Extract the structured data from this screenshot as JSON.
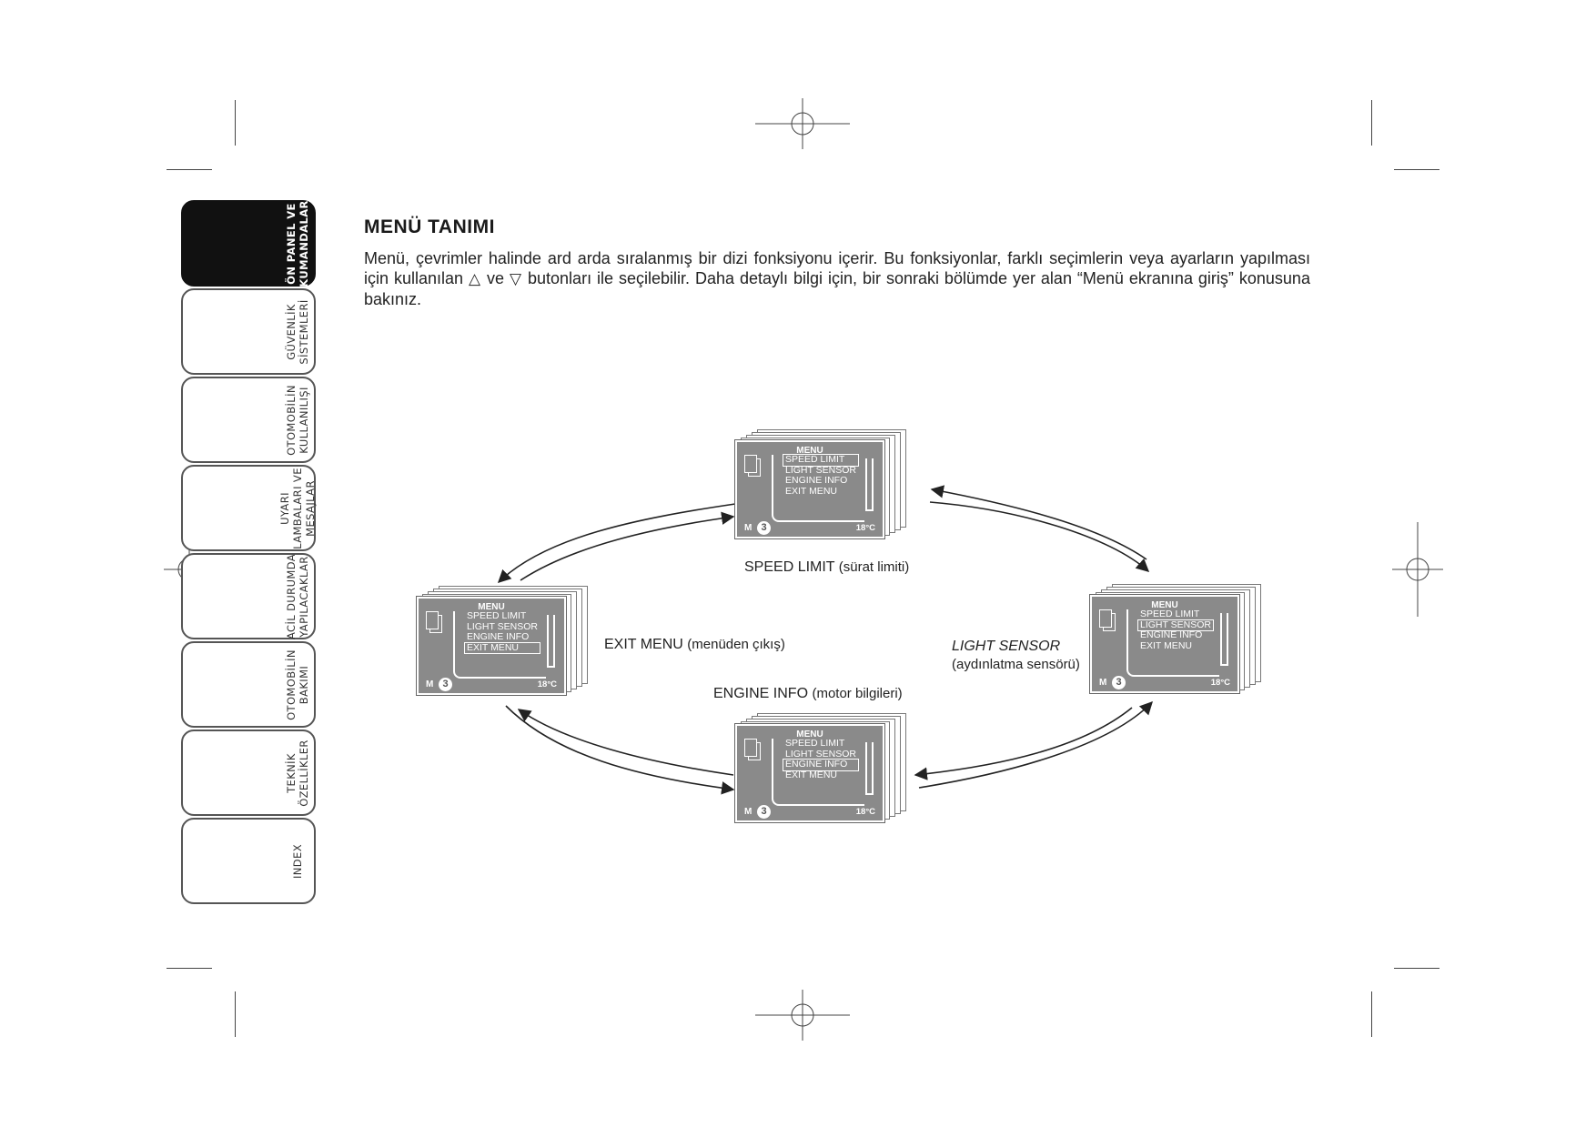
{
  "side_tabs": [
    {
      "label": "ÖN PANEL VE\nKUMANDALAR",
      "active": true
    },
    {
      "label": "GÜVENLİK\nSİSTEMLERİ",
      "active": false
    },
    {
      "label": "OTOMOBİLİN\nKULLANILIŞI",
      "active": false
    },
    {
      "label": "UYARI\nLAMBALARI VE\nMESAJLAR",
      "active": false
    },
    {
      "label": "ACİL DURUMDA\nYAPILACAKLAR",
      "active": false
    },
    {
      "label": "OTOMOBİLİN\nBAKIMI",
      "active": false
    },
    {
      "label": "TEKNİK\nÖZELLİKLER",
      "active": false
    },
    {
      "label": "INDEX",
      "active": false
    }
  ],
  "section": {
    "title": "MENÜ TANIMI",
    "para_part1": "Menü, çevrimler halinde ard arda sıralanmış bir dizi fonksiyonu içerir. Bu fonksiyonlar, farklı seçimlerin veya ayarların yapılması için kullanılan",
    "up_symbol": "△",
    "para_part2": "ve",
    "down_symbol": "▽",
    "para_part3": "butonları ile seçilebilir. Daha detaylı bilgi için, bir sonraki bölümde yer alan “Menü ekranına giriş” konusuna bakınız."
  },
  "display": {
    "menu_title": "MENU",
    "items": [
      "SPEED LIMIT",
      "LIGHT SENSOR",
      "ENGINE INFO",
      "EXIT MENU"
    ],
    "m_label": "M",
    "m_number": "3",
    "temperature": "18°C"
  },
  "screens": [
    {
      "id": "speed",
      "selected": 0
    },
    {
      "id": "light",
      "selected": 1
    },
    {
      "id": "engine",
      "selected": 2
    },
    {
      "id": "exit",
      "selected": 3
    }
  ],
  "labels": {
    "speed_main": "SPEED LIMIT",
    "speed_sub": "(sürat limiti)",
    "light_main": "LIGHT SENSOR",
    "light_sub": "(aydınlatma sensörü)",
    "engine_main": "ENGINE INFO",
    "engine_sub": "(motor bilgileri)",
    "exit_main": "EXIT MENU",
    "exit_sub": "(menüden çıkış)"
  }
}
